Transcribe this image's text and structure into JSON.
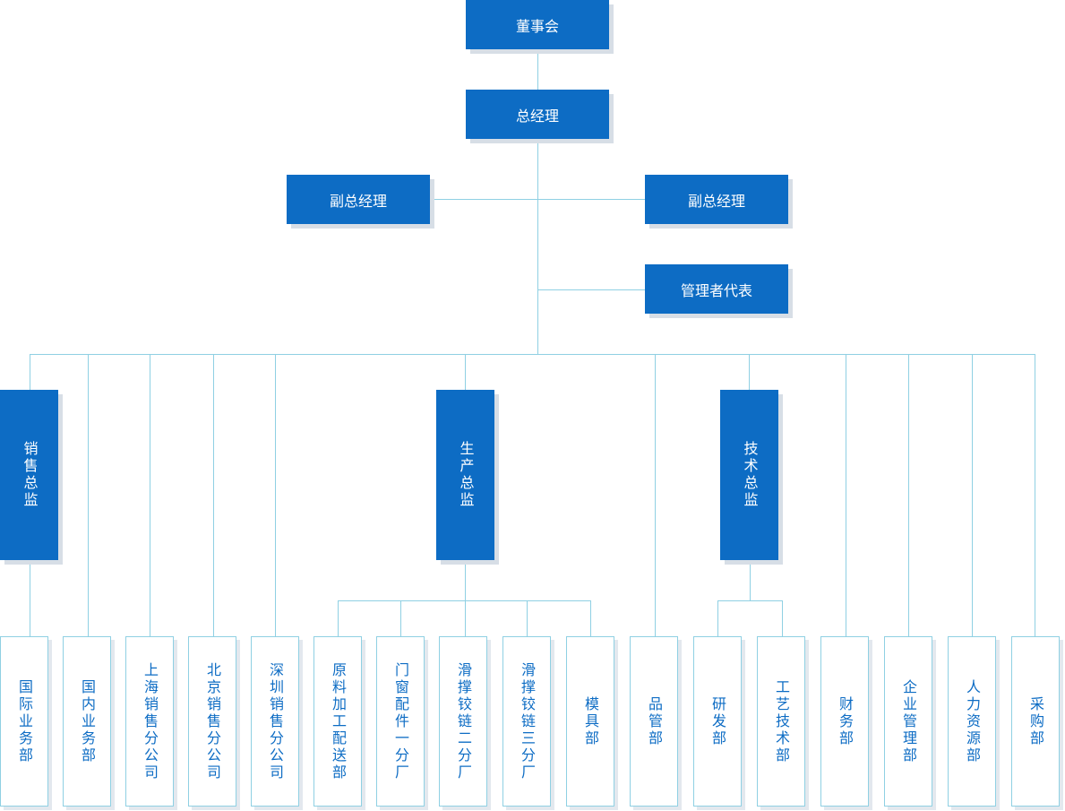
{
  "top": {
    "board": "董事会",
    "gm": "总经理",
    "vp_left": "副总经理",
    "vp_right": "副总经理",
    "mgmt_rep": "管理者代表"
  },
  "directors": {
    "sales": "销售总监",
    "production": "生产总监",
    "tech": "技术总监"
  },
  "departments": [
    "国际业务部",
    "国内业务部",
    "上海销售分公司",
    "北京销售分公司",
    "深圳销售分公司",
    "原料加工配送部",
    "门窗配件一分厂",
    "滑撑铰链二分厂",
    "滑撑铰链三分厂",
    "模具部",
    "品管部",
    "研发部",
    "工艺技术部",
    "财务部",
    "企业管理部",
    "人力资源部",
    "采购部"
  ],
  "colors": {
    "box": "#0d6cc4",
    "line": "#8fd0e3",
    "shadow": "#d7dee6"
  }
}
